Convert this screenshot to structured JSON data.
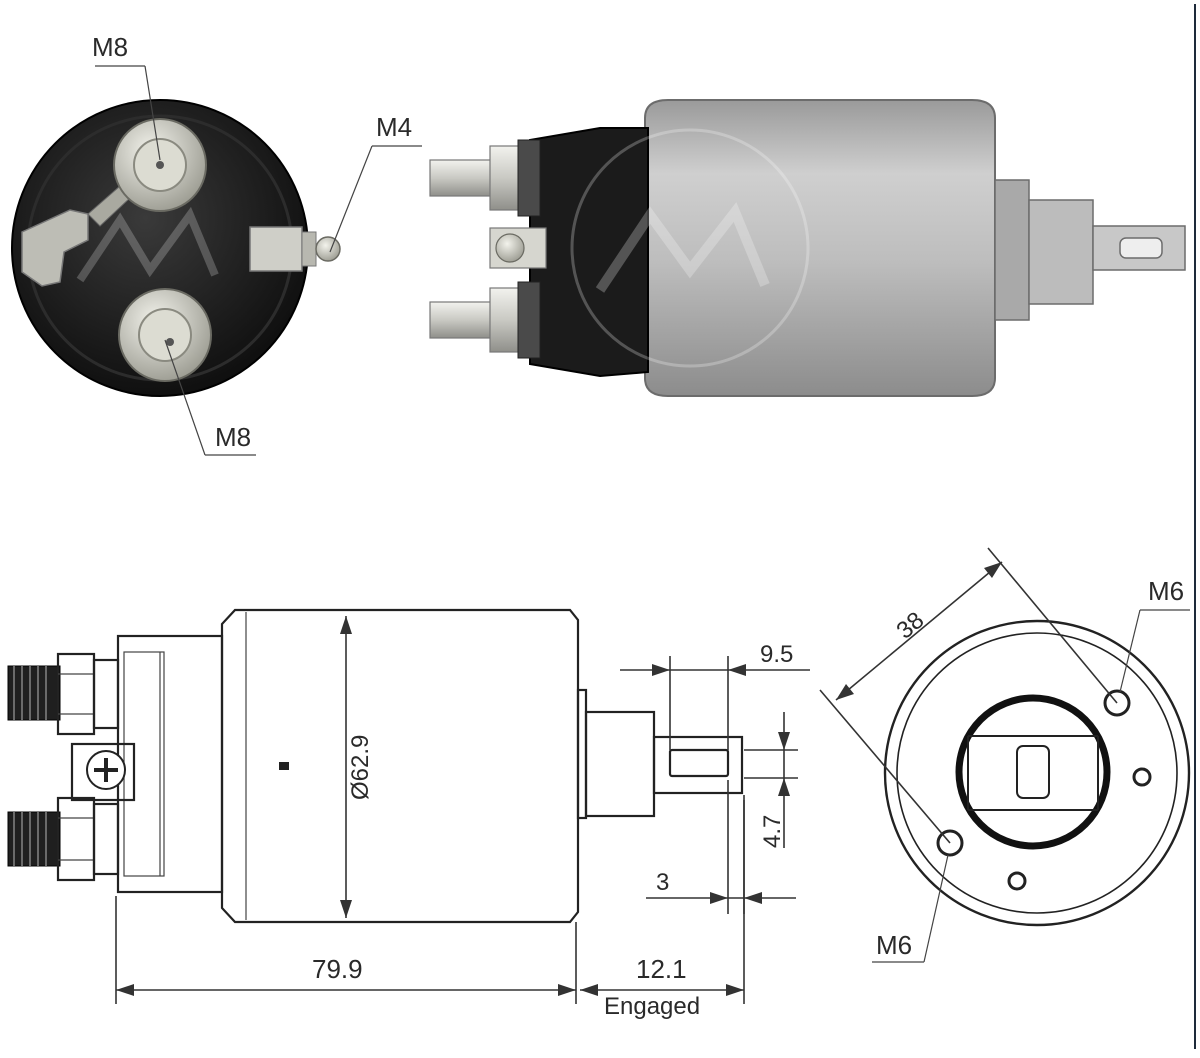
{
  "labels": {
    "end_top_stud": "M8",
    "end_bottom_stud": "M8",
    "end_small_terminal": "M4",
    "mount_hole_top": "M6",
    "mount_hole_bottom": "M6"
  },
  "dimensions": {
    "body_diameter": "Ø62.9",
    "overall_length": "79.9",
    "plunger_travel": "12.1",
    "travel_note": "Engaged",
    "tab_length": "9.5",
    "tab_width": "4.7",
    "tab_hole": "3",
    "hole_spacing": "38"
  },
  "colors": {
    "cap_black": "#1a1a1a",
    "body_grey": "#b9b9b9",
    "stud_metal": "#d6d6d0",
    "line": "#222222"
  }
}
